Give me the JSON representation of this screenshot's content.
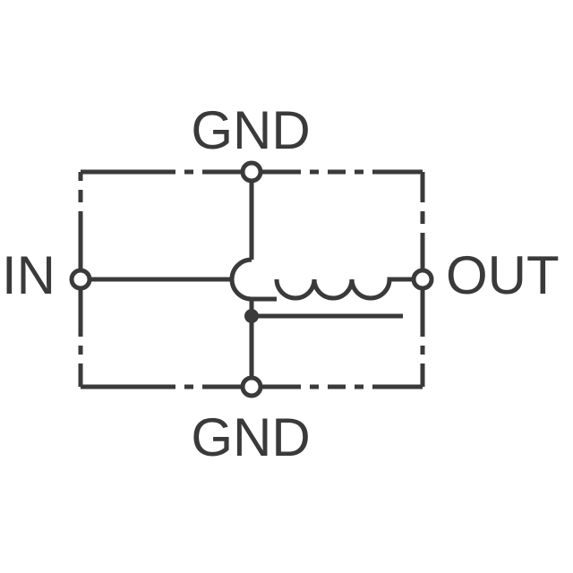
{
  "diagram": {
    "labels": {
      "gnd_top": "GND",
      "gnd_bottom": "GND",
      "in": "IN",
      "out": "OUT"
    },
    "colors": {
      "line": "#3a3a3a",
      "background": "#ffffff"
    }
  }
}
